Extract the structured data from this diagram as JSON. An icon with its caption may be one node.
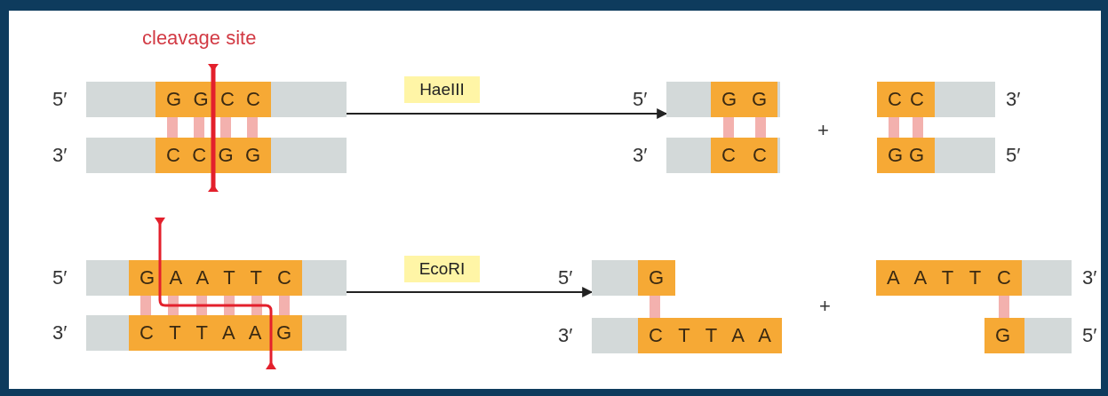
{
  "diagram": {
    "nodes": [
      {
        "text": [
          "G G C C"
        ],
        "beside": [
          "5′"
        ]
      },
      {
        "text": [
          "C C G G"
        ],
        "beside": [
          "3′"
        ]
      },
      {
        "text": [
          "HaeIII"
        ]
      },
      {
        "text": [
          "G G"
        ],
        "beside": [
          "5′"
        ]
      },
      {
        "text": [
          "C C"
        ],
        "beside": [
          "3′"
        ]
      },
      {
        "text": [
          "C C"
        ],
        "beside": [
          "3′"
        ]
      },
      {
        "text": [
          "G G"
        ],
        "beside": [
          "5′"
        ]
      },
      {
        "text": [
          "G A A T T C"
        ],
        "beside": [
          "5′"
        ]
      },
      {
        "text": [
          "C T T A A G"
        ],
        "beside": [
          "3′"
        ]
      },
      {
        "text": [
          "EcoRI"
        ]
      },
      {
        "text": [
          "G"
        ],
        "beside": [
          "5′"
        ]
      },
      {
        "text": [
          "C T T A A"
        ],
        "beside": [
          "3′"
        ]
      },
      {
        "text": [
          "A A T T C"
        ],
        "beside": [
          "3′"
        ]
      },
      {
        "text": [
          "G"
        ],
        "beside": [
          "5′"
        ]
      }
    ],
    "edges": [
      {
        "from": 0,
        "to": 3,
        "arrow": "to"
      },
      {
        "from": 7,
        "to": 10,
        "arrow": "to"
      }
    ],
    "labels": [
      "cleavage site",
      "+",
      "+"
    ]
  }
}
